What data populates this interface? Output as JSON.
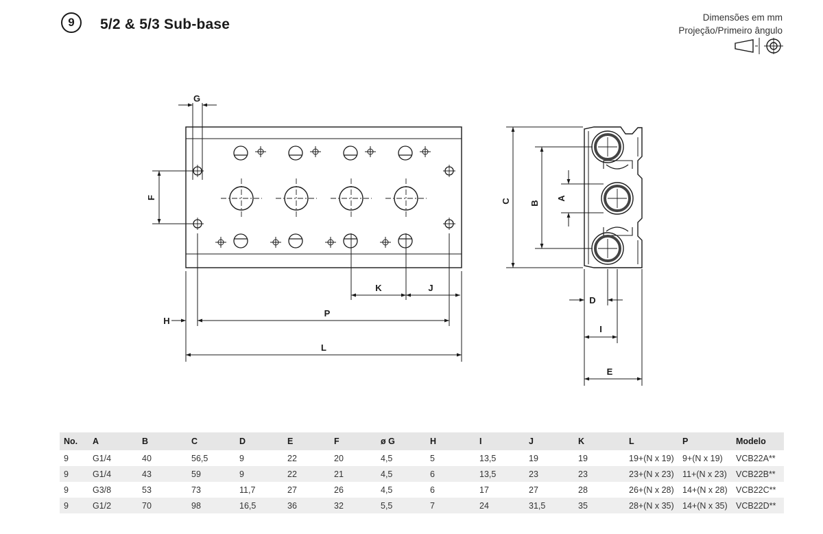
{
  "header": {
    "section_number": "9",
    "title": "5/2 & 5/3 Sub-base",
    "units_line1": "Dimensões em mm",
    "units_line2": "Projeção/Primeiro ângulo",
    "projection_symbol_icon": "first-angle-projection-icon"
  },
  "drawing": {
    "labels": {
      "G": "G",
      "F": "F",
      "K": "K",
      "J": "J",
      "P": "P",
      "H": "H",
      "L": "L",
      "C": "C",
      "B": "B",
      "A": "A",
      "D": "D",
      "I": "I",
      "E": "E"
    },
    "colors": {
      "line": "#1a1a1a",
      "plate_fill": "#ffffff",
      "port_ring": "#444444"
    }
  },
  "table": {
    "headers": [
      "No.",
      "A",
      "B",
      "C",
      "D",
      "E",
      "F",
      "ø G",
      "H",
      "I",
      "J",
      "K",
      "L",
      "P",
      "Modelo"
    ],
    "rows": [
      [
        "9",
        "G1/4",
        "40",
        "56,5",
        "9",
        "22",
        "20",
        "4,5",
        "5",
        "13,5",
        "19",
        "19",
        "19+(N x 19)",
        "9+(N x 19)",
        "VCB22A**"
      ],
      [
        "9",
        "G1/4",
        "43",
        "59",
        "9",
        "22",
        "21",
        "4,5",
        "6",
        "13,5",
        "23",
        "23",
        "23+(N x 23)",
        "11+(N x 23)",
        "VCB22B**"
      ],
      [
        "9",
        "G3/8",
        "53",
        "73",
        "11,7",
        "27",
        "26",
        "4,5",
        "6",
        "17",
        "27",
        "28",
        "26+(N x 28)",
        "14+(N x 28)",
        "VCB22C**"
      ],
      [
        "9",
        "G1/2",
        "70",
        "98",
        "16,5",
        "36",
        "32",
        "5,5",
        "7",
        "24",
        "31,5",
        "35",
        "28+(N x 35)",
        "14+(N x 35)",
        "VCB22D**"
      ]
    ]
  }
}
